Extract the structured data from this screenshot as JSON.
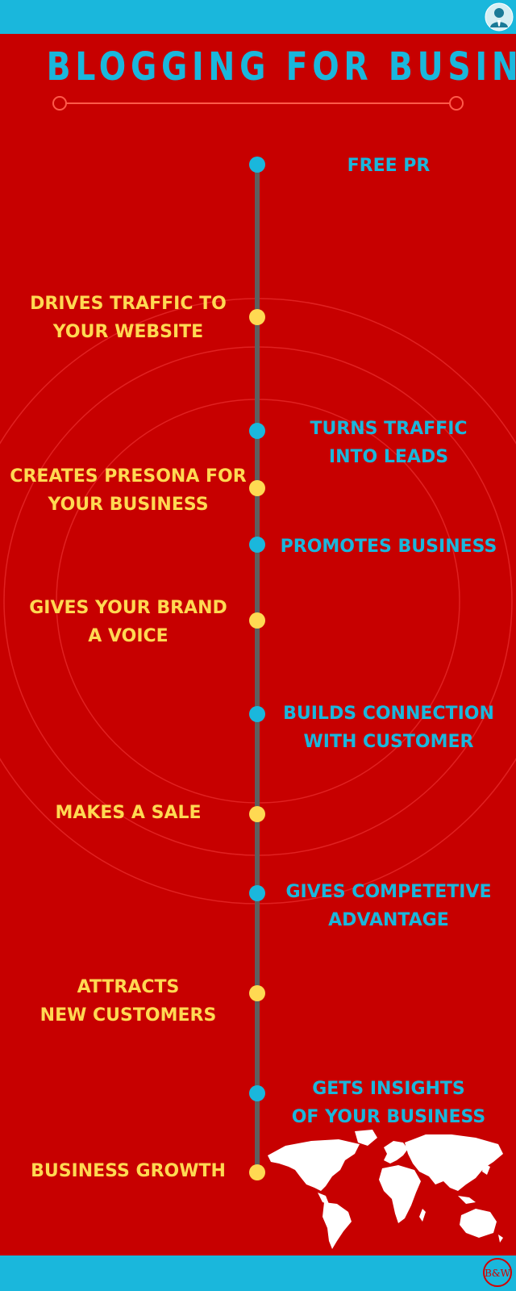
{
  "title": "BLOGGING FOR BUSINESS",
  "colors": {
    "background": "#c70000",
    "accent_blue": "#1ab7dc",
    "accent_yellow": "#ffd952",
    "spine": "#5e5e5e"
  },
  "timeline": {
    "items": [
      {
        "label": "FREE PR",
        "side": "right",
        "dot": "blue"
      },
      {
        "label": "DRIVES TRAFFIC TO\nYOUR WEBSITE",
        "side": "left",
        "dot": "yellow"
      },
      {
        "label": "TURNS TRAFFIC\nINTO LEADS",
        "side": "right",
        "dot": "blue"
      },
      {
        "label": "CREATES PRESONA FOR\nYOUR BUSINESS",
        "side": "left",
        "dot": "yellow"
      },
      {
        "label": "PROMOTES BUSINESS",
        "side": "right",
        "dot": "blue"
      },
      {
        "label": "GIVES YOUR BRAND\nA VOICE",
        "side": "left",
        "dot": "yellow"
      },
      {
        "label": "BUILDS CONNECTION\nWITH CUSTOMER",
        "side": "right",
        "dot": "blue"
      },
      {
        "label": "MAKES A SALE",
        "side": "left",
        "dot": "yellow"
      },
      {
        "label": "GIVES COMPETETIVE\nADVANTAGE",
        "side": "right",
        "dot": "blue"
      },
      {
        "label": "ATTRACTS\nNEW CUSTOMERS",
        "side": "left",
        "dot": "yellow"
      },
      {
        "label": "GETS INSIGHTS\nOF YOUR BUSINESS",
        "side": "right",
        "dot": "blue"
      },
      {
        "label": "BUSINESS GROWTH",
        "side": "left",
        "dot": "yellow"
      }
    ]
  },
  "icons": {
    "avatar": "person-avatar-icon",
    "map": "world-map-icon",
    "logo": "bw-logo-icon"
  },
  "logo_text": "B&W"
}
